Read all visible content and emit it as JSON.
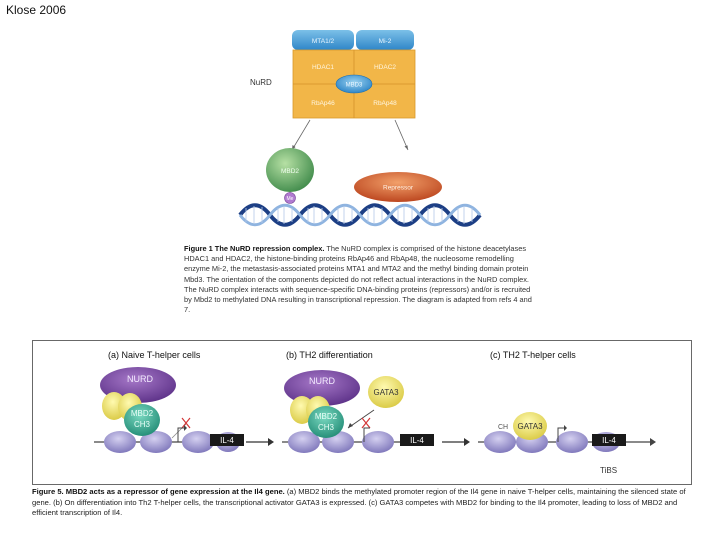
{
  "header": {
    "label": "Klose 2006"
  },
  "figure1": {
    "complex_label": "NuRD",
    "top_left": "MTA1/2",
    "top_right": "Mi-2",
    "mid_left": "HDAC1",
    "mid_right": "HDAC2",
    "center": "MBD3",
    "bottom_left": "RbAp46",
    "bottom_right": "RbAp48",
    "mbd2": "MBD2",
    "me": "Me",
    "repressor": "Repressor",
    "caption_bold": "Figure 1 The NuRD repression complex.",
    "caption_text": " The NuRD complex is comprised of the histone deacetylases HDAC1 and HDAC2, the histone-binding proteins RbAp46 and RbAp48, the nucleosome remodelling enzyme Mi-2, the metastasis-associated proteins MTA1 and MTA2 and the methyl binding domain protein Mbd3. The orientation of the components depicted do not reflect actual interactions in the NuRD complex. The NuRD complex interacts with sequence-specific DNA-binding proteins (repressors) and/or is recruited by Mbd2 to methylated DNA resulting in transcriptional repression. The diagram is adapted from refs 4 and 7."
  },
  "figure2": {
    "panel_a": "(a) Naive T-helper cells",
    "panel_b": "(b) TH2 differentiation",
    "panel_c": "(c) TH2 T-helper cells",
    "nurd_a": "NURD",
    "nurd_b": "NURD",
    "mbd2_a_line1": "MBD2",
    "mbd2_a_line2": "CH3",
    "mbd2_b_line1": "MBD2",
    "mbd2_b_line2": "CH3",
    "gata3_b": "GATA3",
    "gata3_c": "GATA3",
    "ch_c": "CH",
    "gene": "IL-4",
    "journal": "TiBS",
    "caption_bold": "Figure 5. MBD2 acts as a repressor of gene expression at the Il4 gene.",
    "caption_text": " (a) MBD2 binds the methylated promoter region of the Il4 gene in naive T-helper cells, maintaining the silenced state of gene. (b) On differentiation into Th2 T-helper cells, the transcriptional activator GATA3 is expressed. (c) GATA3 competes with MBD2 for binding to the Il4 promoter, leading to loss of MBD2 and efficient transcription of Il4."
  }
}
